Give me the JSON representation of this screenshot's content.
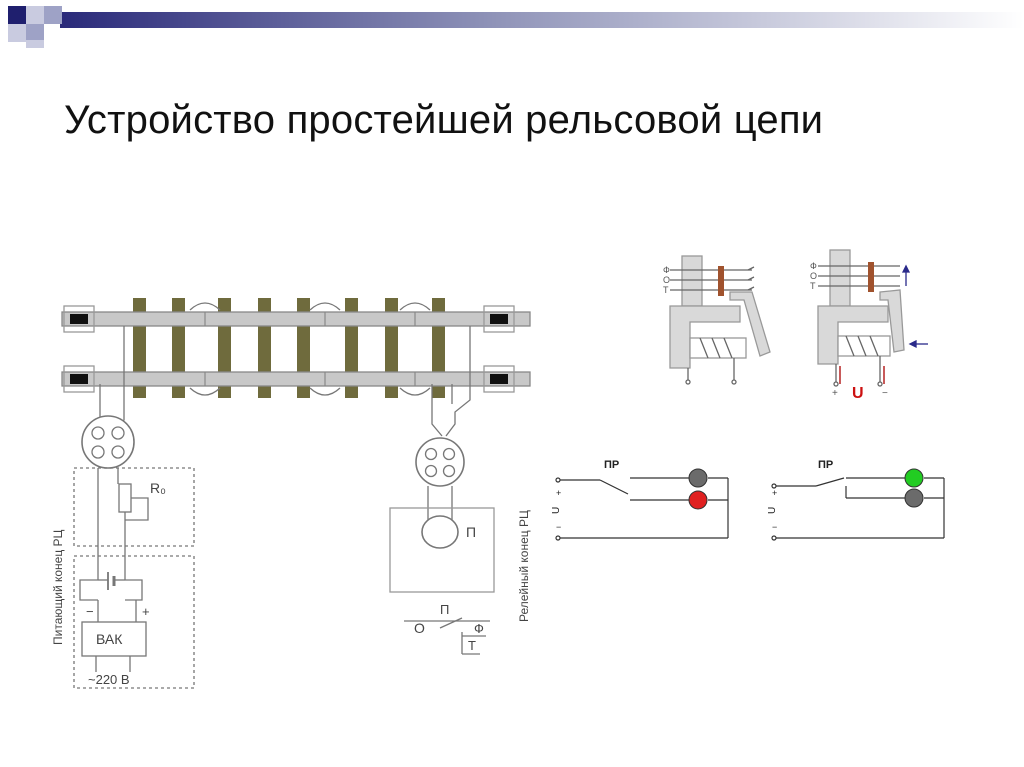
{
  "slide": {
    "title": "Устройство простейшей рельсовой цепи"
  },
  "track_diagram": {
    "feed_end_label": "Питающий конец РЦ",
    "relay_end_label": "Релейный конец РЦ",
    "resistor_label": "R₀",
    "rectifier_label": "ВАК",
    "supply_label": "~220 В",
    "relay_label": "П",
    "plus_label": "+",
    "minus_label": "−",
    "contact_labels": {
      "relay": "П",
      "back": "О",
      "front": "Ф",
      "common": "Т"
    }
  },
  "relay_views": [
    {
      "contact_labels": [
        "Ф",
        "О",
        "Т"
      ],
      "energized": false
    },
    {
      "contact_labels": [
        "Ф",
        "О",
        "Т"
      ],
      "energized": true,
      "voltage_label": "U",
      "plus_label": "+",
      "minus_label": "−"
    }
  ],
  "signal_circuits": [
    {
      "relay_label": "ПР",
      "supply_label": "U",
      "plus_label": "+",
      "minus_label": "−",
      "upper_lamp": "unlit",
      "lower_lamp": "red",
      "colors": {
        "unlit": "#6b6b6b",
        "red": "#e02020"
      }
    },
    {
      "relay_label": "ПР",
      "supply_label": "U",
      "plus_label": "+",
      "minus_label": "−",
      "upper_lamp": "green",
      "lower_lamp": "unlit",
      "colors": {
        "unlit": "#6b6b6b",
        "green": "#22cc22"
      }
    }
  ],
  "colors": {
    "brand_navy": "#1f1f6e",
    "sleeper": "#6f6b3d",
    "rail": "#c8c8c8",
    "insulator": "#111111",
    "relay_arrow": "#2a2a8a",
    "voltage_text": "#cc1111"
  }
}
